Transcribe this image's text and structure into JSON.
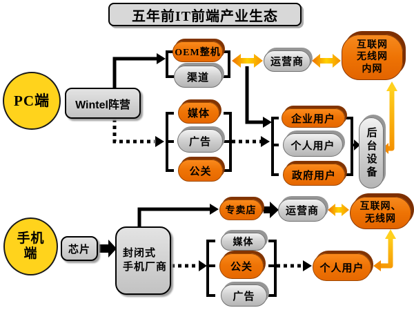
{
  "title": "五年前IT前端产业生态",
  "pc": {
    "terminal": "PC端",
    "camp": "Wintel阵营",
    "oem": "OEM整机",
    "channel": "渠道",
    "media": "媒体",
    "ads": "广告",
    "pr": "公关",
    "operator": "运营商",
    "network": "互联网\n无线网\n内网",
    "enterprise_user": "企业用户",
    "personal_user": "个人用户",
    "government_user": "政府用户",
    "backend": "后台设备"
  },
  "mobile": {
    "terminal": "手机\n端",
    "chip": "芯片",
    "maker": "封闭式\n手机厂商",
    "store": "专卖店",
    "operator": "运营商",
    "network": "互联网、\n无线网",
    "media": "媒体",
    "pr": "公关",
    "ads": "广告",
    "personal_user": "个人用户"
  },
  "colors": {
    "node_orange": "#EF7406",
    "node_gray": "#D2D2D2",
    "terminal_yellow": "#FFD31C",
    "shadow_brown": "#823400",
    "arrow_black": "#000000",
    "arrow_gradient_orange": "#EE6F00",
    "arrow_gradient_yellow": "#FFD200"
  }
}
